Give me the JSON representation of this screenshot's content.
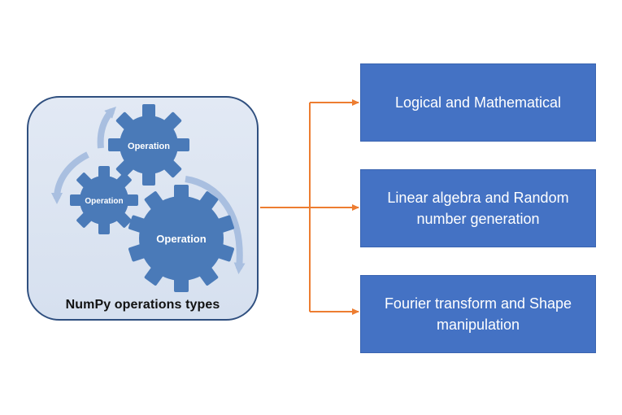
{
  "diagram": {
    "panel": {
      "title": "NumPy operations types",
      "gears": [
        {
          "label": "Operation"
        },
        {
          "label": "Operation"
        },
        {
          "label": "Operation"
        }
      ]
    },
    "types": [
      {
        "label": "Logical and Mathematical"
      },
      {
        "label": "Linear algebra and Random number generation"
      },
      {
        "label": "Fourier transform and Shape manipulation"
      }
    ]
  },
  "colors": {
    "box_fill": "#4472c4",
    "gear_fill": "#4a7ab8",
    "arrow": "#ed7d31",
    "panel_fill": "#dce4f1",
    "panel_border": "#2f4f7f",
    "cycle_arrows": "#a9bfe0"
  }
}
